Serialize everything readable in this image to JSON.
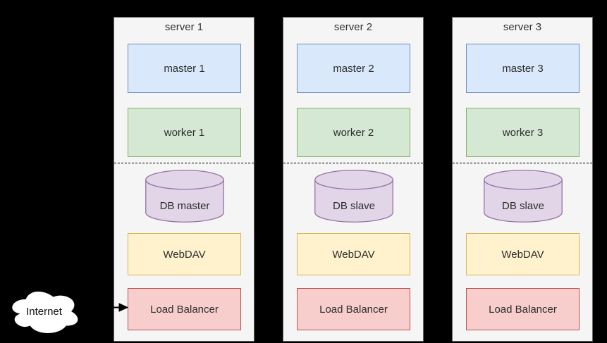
{
  "internet": {
    "label": "Internet"
  },
  "servers": [
    {
      "title": "server 1",
      "master": "master 1",
      "worker": "worker 1",
      "db": "DB master",
      "webdav": "WebDAV",
      "load_balancer": "Load Balancer"
    },
    {
      "title": "server 2",
      "master": "master 2",
      "worker": "worker 2",
      "db": "DB slave",
      "webdav": "WebDAV",
      "load_balancer": "Load Balancer"
    },
    {
      "title": "server 3",
      "master": "master 3",
      "worker": "worker 3",
      "db": "DB slave",
      "webdav": "WebDAV",
      "load_balancer": "Load Balancer"
    }
  ],
  "colors": {
    "background": "#000000",
    "server_fill": "#f5f5f5",
    "server_stroke": "#666666",
    "master_fill": "#dae8fc",
    "master_stroke": "#6c8ebf",
    "worker_fill": "#d5e8d4",
    "worker_stroke": "#82b366",
    "db_fill": "#e1d5e7",
    "db_stroke": "#9673a6",
    "webdav_fill": "#fff2cc",
    "webdav_stroke": "#d6b656",
    "load_balancer_fill": "#f8cecc",
    "load_balancer_stroke": "#b85450",
    "cloud_fill": "#ffffff",
    "arrow": "#000000",
    "text": "#2d2d2d"
  }
}
